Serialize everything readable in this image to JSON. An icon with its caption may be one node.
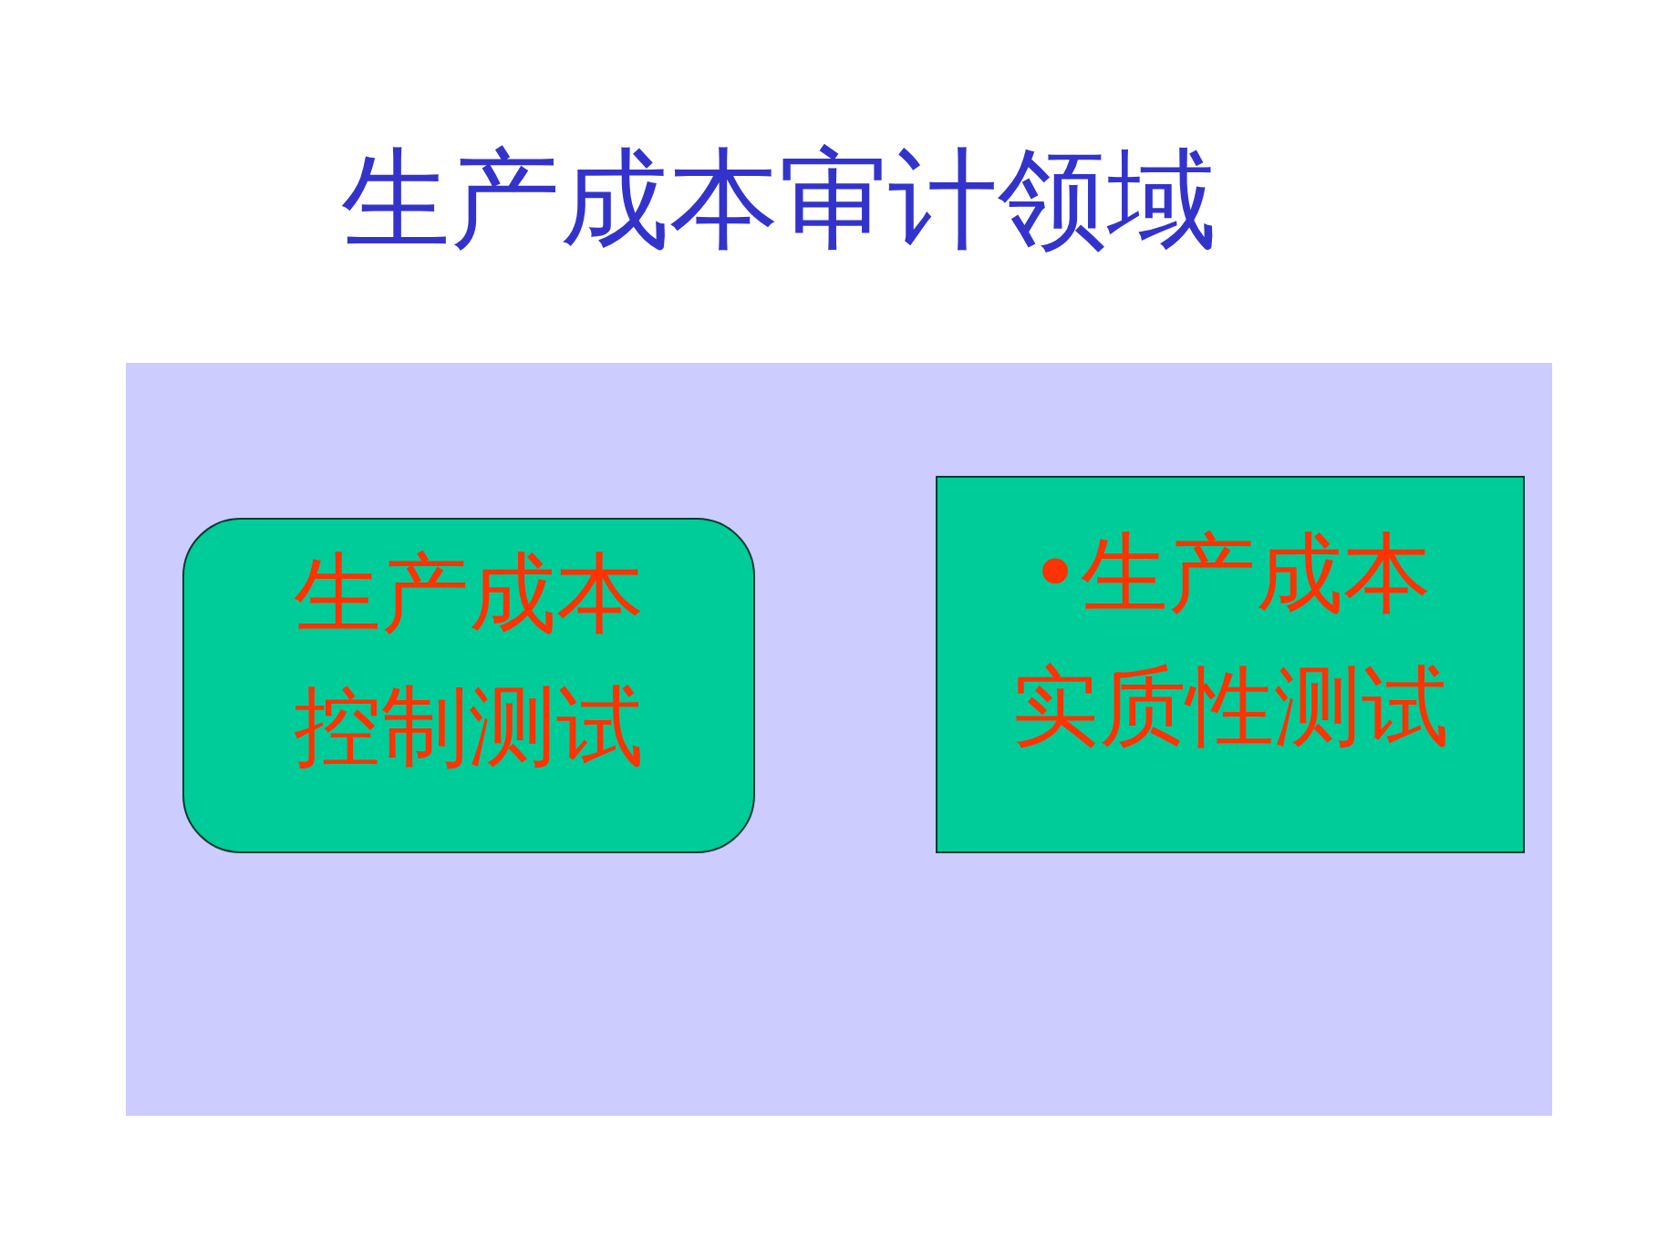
{
  "diagram": {
    "title": "生产成本审计领域",
    "nodes": [
      {
        "text": [],
        "shape": "box"
      },
      {
        "text": [
          "生产成本控制测试"
        ],
        "in": 0
      },
      {
        "text": [
          "•生产成本实质性测试"
        ],
        "in": 0
      }
    ]
  }
}
